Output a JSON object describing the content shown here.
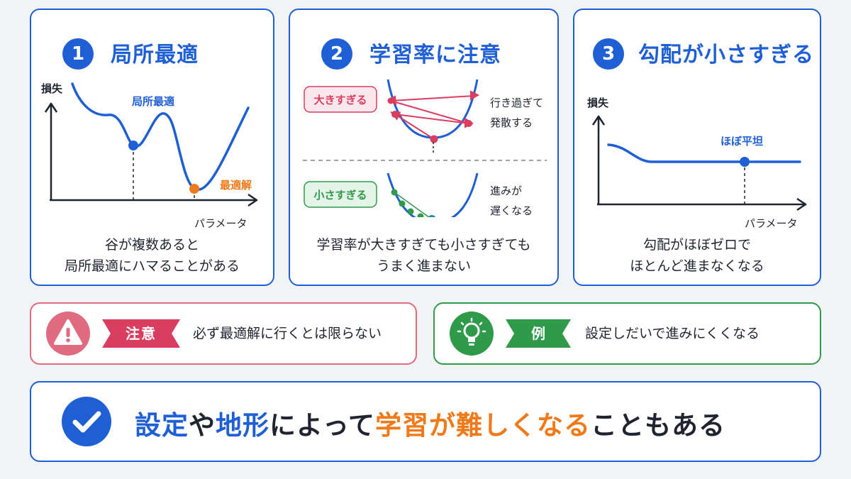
{
  "panels": [
    {
      "number": "1",
      "title": "局所最適",
      "y_label": "損失",
      "x_label": "パラメータ",
      "local_label": "局所最適",
      "global_label": "最適解",
      "caption": [
        "谷が複数あると",
        "局所最適にハマることがある"
      ]
    },
    {
      "number": "2",
      "title": "学習率に注意",
      "large_tag": "大きすぎる",
      "large_note": [
        "行き過ぎて",
        "発散する"
      ],
      "small_tag": "小さすぎる",
      "small_note": [
        "進みが",
        "遅くなる"
      ],
      "caption": [
        "学習率が大きすぎても小さすぎても",
        "うまく進まない"
      ]
    },
    {
      "number": "3",
      "title": "勾配が小さすぎる",
      "y_label": "損失",
      "x_label": "パラメータ",
      "flat_label": "ほぼ平坦",
      "caption": [
        "勾配がほぼゼロで",
        "ほとんど進まなくなる"
      ]
    }
  ],
  "warning": {
    "tag": "注意",
    "text": "必ず最適解に行くとは限らない",
    "icon": "warning-icon"
  },
  "example": {
    "tag": "例",
    "text": "設定しだいで進みにくくなる",
    "icon": "lightbulb-icon"
  },
  "summary": {
    "icon": "check-icon",
    "parts": [
      {
        "text": "設定",
        "style": "blue"
      },
      {
        "text": "や",
        "style": "plain"
      },
      {
        "text": "地形",
        "style": "blue"
      },
      {
        "text": "によって",
        "style": "plain"
      },
      {
        "text": "学習が難しくなる",
        "style": "orange"
      },
      {
        "text": "こともある",
        "style": "plain"
      }
    ]
  },
  "colors": {
    "blue": "#1f5fd6",
    "orange": "#f07a1a",
    "red": "#d93d5f",
    "green": "#2e9a4a",
    "teal": "#1e8fa0"
  }
}
